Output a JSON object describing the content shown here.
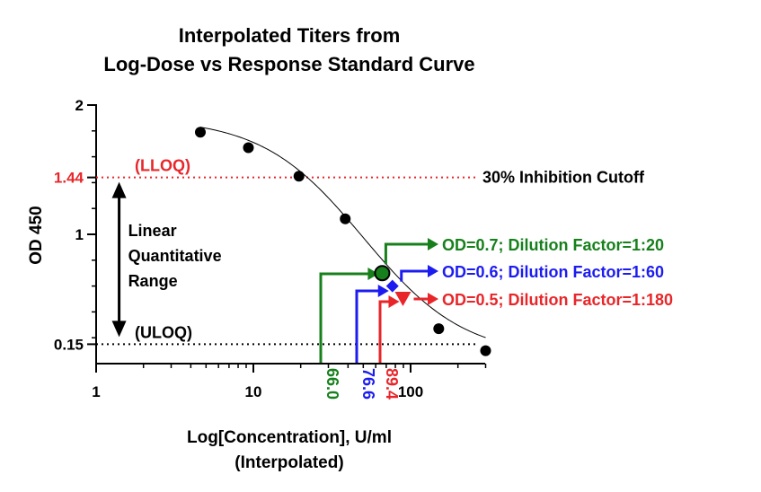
{
  "chart_data": {
    "type": "scatter",
    "title_lines": [
      "Interpolated Titers from",
      "Log-Dose vs Response Standard Curve"
    ],
    "xlabel_lines": [
      "Log[Concentration], U/ml",
      "(Interpolated)"
    ],
    "ylabel": "OD 450",
    "x_scale": "log",
    "xlim": [
      1,
      300
    ],
    "ylim": [
      0,
      2
    ],
    "x_ticks": [
      {
        "value": 1,
        "label": "1"
      },
      {
        "value": 10,
        "label": "10"
      },
      {
        "value": 100,
        "label": "100"
      }
    ],
    "y_ticks": [
      {
        "value": 2,
        "label": "2",
        "color": "#000000"
      },
      {
        "value": 1.44,
        "label": "1.44",
        "color": "#e8262a"
      },
      {
        "value": 1,
        "label": "1",
        "color": "#000000"
      },
      {
        "value": 0.15,
        "label": "0.15",
        "color": "#000000"
      }
    ],
    "standard_points": [
      {
        "x": 4.6,
        "y": 1.79
      },
      {
        "x": 9.3,
        "y": 1.67
      },
      {
        "x": 19.5,
        "y": 1.45
      },
      {
        "x": 38.4,
        "y": 1.12
      },
      {
        "x": 151,
        "y": 0.27
      },
      {
        "x": 300,
        "y": 0.1
      }
    ],
    "curve": {
      "bottom": 0.05,
      "top": 1.9,
      "ec50": 50,
      "hill": 1.35,
      "x_from": 4.6,
      "x_to": 300
    },
    "reference_lines": [
      {
        "y": 1.44,
        "color": "#e8262a",
        "label": "(LLOQ)",
        "side_label": "30% Inhibition Cutoff"
      },
      {
        "y": 0.15,
        "color": "#000000",
        "label": "(ULOQ)"
      }
    ],
    "range_annotation": {
      "lines": [
        "Linear",
        "Quantitative",
        "Range"
      ],
      "y_top": 1.44,
      "y_bottom": 0.15,
      "x": 1.4
    },
    "interpolated": [
      {
        "od": 0.7,
        "x": 66.0,
        "x_label": "66.0",
        "color": "#17801c",
        "marker": "circle",
        "text": "OD=0.7; Dilution Factor=1:20"
      },
      {
        "od": 0.6,
        "x": 76.6,
        "x_label": "76.6",
        "color": "#1c1cf0",
        "marker": "diamond",
        "text": "OD=0.6; Dilution Factor=1:60"
      },
      {
        "od": 0.5,
        "x": 89.4,
        "x_label": "89.4",
        "color": "#e8262a",
        "marker": "triangle",
        "text": "OD=0.5; Dilution Factor=1:180"
      }
    ]
  }
}
